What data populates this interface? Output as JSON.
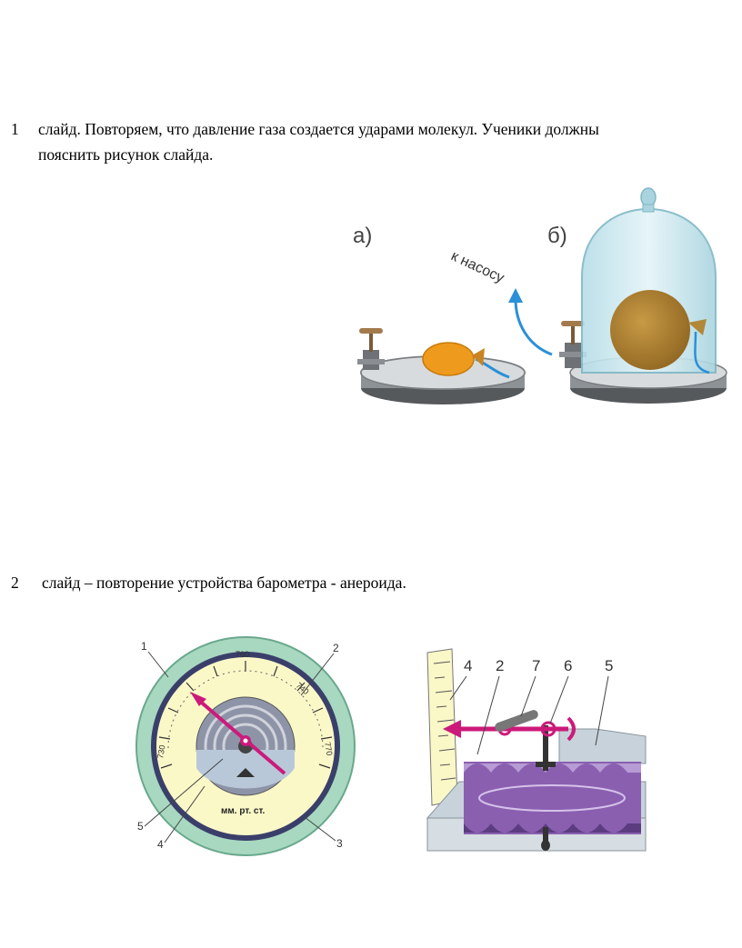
{
  "items": [
    {
      "number": "1",
      "line1": "слайд. Повторяем, что давление газа создается ударами молекул. Ученики должны",
      "line2": "пояснить рисунок слайда."
    },
    {
      "number": "2",
      "text": "слайд – повторение устройства барометра - анероида."
    }
  ],
  "figure1": {
    "label_a": "а)",
    "label_b": "б)",
    "pump_label": "к насосу"
  },
  "figure2": {
    "dial": {
      "scale_top": "760",
      "scale_right": "770",
      "scale_left": "730",
      "scale_upper_right": "740",
      "unit": "мм. рт. ст.",
      "callouts": [
        "1",
        "2",
        "3",
        "4",
        "5"
      ]
    },
    "mechanism": {
      "callouts": [
        "4",
        "2",
        "7",
        "6",
        "5"
      ]
    }
  },
  "colors": {
    "dial_rim": "#a8d8c0",
    "dial_face": "#fbf8c8",
    "pointer": "#cc1a7a",
    "balloon": "#ee9a1c",
    "bell_jar": "#c9e8ef",
    "bellows": "#8a5fb0"
  }
}
